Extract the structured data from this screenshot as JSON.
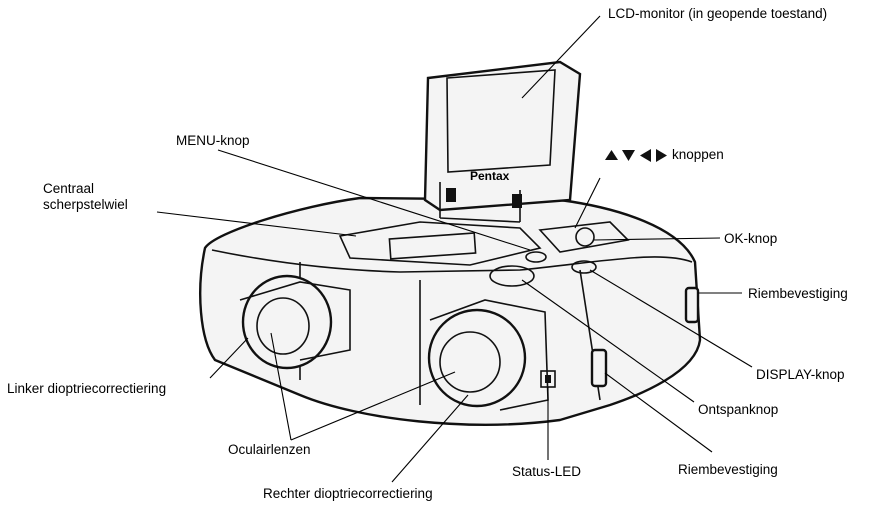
{
  "labels": {
    "lcd_monitor": "LCD-monitor (in geopende toestand)",
    "menu_knop": "MENU-knop",
    "centraal_line1": "Centraal",
    "centraal_line2": "scherpstelwiel",
    "knoppen": "knoppen",
    "ok_knop": "OK-knop",
    "riembevestiging_right": "Riembevestiging",
    "display_knop": "DISPLAY-knop",
    "linker": "Linker dioptriecorrectiering",
    "ontspanknop": "Ontspanknop",
    "oculairlenzen": "Oculairlenzen",
    "riembevestiging_bottom": "Riembevestiging",
    "status_led": "Status-LED",
    "rechter": "Rechter dioptriecorrectiering"
  },
  "monitor_logo": "Pentax",
  "arrow_icons": [
    "up-triangle-icon",
    "down-triangle-icon",
    "left-triangle-icon",
    "right-triangle-icon"
  ],
  "colors": {
    "line": "#000000",
    "body_fill": "#f4f4f4",
    "background": "#ffffff"
  }
}
